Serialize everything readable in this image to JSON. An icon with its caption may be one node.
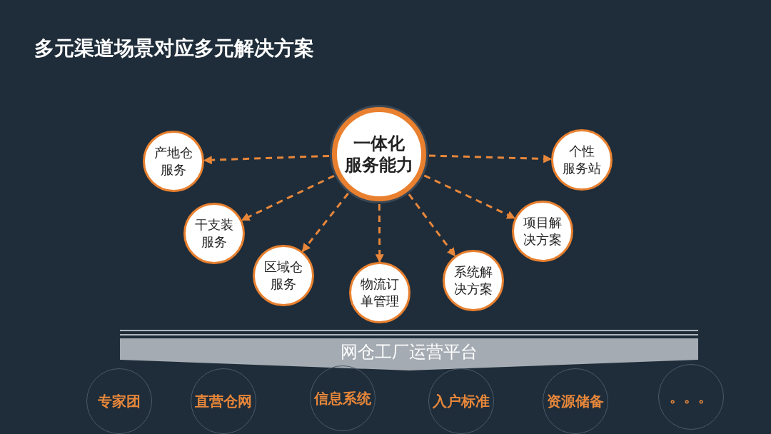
{
  "diagram": {
    "title": "多元渠道场景对应多元解决方案",
    "nodes": [
      {
        "text": [
          "一体化服务能力"
        ]
      },
      {
        "text": [
          "产地仓服务"
        ]
      },
      {
        "text": [
          "干支装服务"
        ]
      },
      {
        "text": [
          "区域仓服务"
        ]
      },
      {
        "text": [
          "物流订单管理"
        ]
      },
      {
        "text": [
          "系统解决方案"
        ]
      },
      {
        "text": [
          "项目解决方案"
        ]
      },
      {
        "text": [
          "个性服务站"
        ]
      },
      {
        "text": [
          "网仓工厂运营平台"
        ]
      },
      {
        "text": [
          "专家团"
        ]
      },
      {
        "text": [
          "直营仓网"
        ]
      },
      {
        "text": [
          "信息系统"
        ]
      },
      {
        "text": [
          "入户标准"
        ]
      },
      {
        "text": [
          "资源储备"
        ]
      },
      {
        "text": [
          "。。。"
        ]
      }
    ],
    "edges": [
      {
        "from": 0,
        "to": 1,
        "arrow": "to",
        "style": "dashed"
      },
      {
        "from": 0,
        "to": 2,
        "arrow": "to",
        "style": "dashed"
      },
      {
        "from": 0,
        "to": 3,
        "arrow": "to",
        "style": "dashed"
      },
      {
        "from": 0,
        "to": 4,
        "arrow": "to",
        "style": "dashed"
      },
      {
        "from": 0,
        "to": 5,
        "arrow": "to",
        "style": "dashed"
      },
      {
        "from": 0,
        "to": 6,
        "arrow": "to",
        "style": "dashed"
      },
      {
        "from": 0,
        "to": 7,
        "arrow": "to",
        "style": "dashed"
      }
    ]
  }
}
